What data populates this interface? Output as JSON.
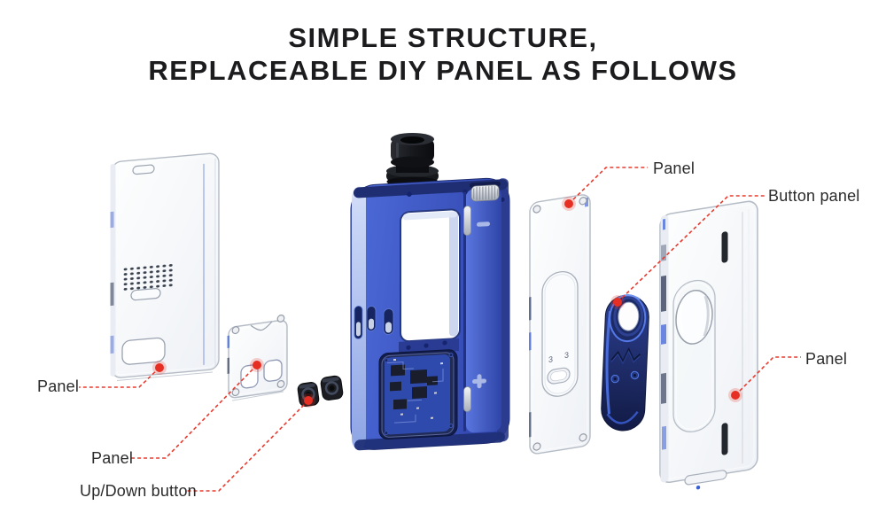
{
  "title": {
    "line1": "SIMPLE STRUCTURE,",
    "line2": "REPLACEABLE DIY PANEL AS FOLLOWS"
  },
  "callouts": {
    "back_panel": {
      "label": "Panel"
    },
    "small_panel": {
      "label": "Panel"
    },
    "updown_button": {
      "label": "Up/Down button"
    },
    "top_panel": {
      "label": "Panel"
    },
    "button_panel": {
      "label": "Button panel"
    },
    "right_panel": {
      "label": "Panel"
    }
  },
  "device": {
    "mold_marks": [
      "3",
      "3"
    ],
    "icons": {
      "battery_negative": "minus-bar",
      "battery_positive": "plus-mark",
      "drip_tip": "black-drip-tip",
      "vent_holes": "dot-grid"
    }
  },
  "colors": {
    "accent_red": "#e8352b",
    "device_blue": "#3e5ed2",
    "device_navy": "#1c2b6e",
    "panel_stroke": "#b3bac4",
    "label_text": "#2b2b2b"
  }
}
